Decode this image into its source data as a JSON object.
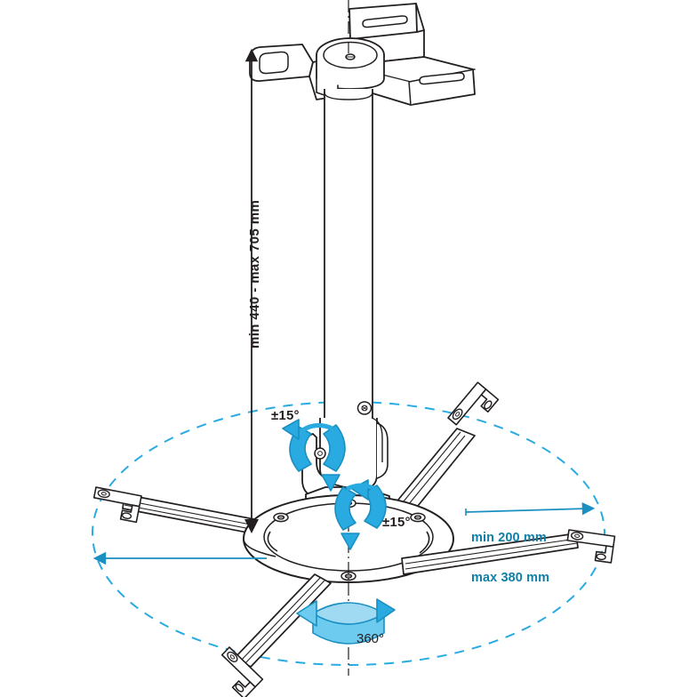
{
  "diagram": {
    "title": "Projector ceiling mount technical drawing",
    "background_color": "#ffffff",
    "line_color": "#231f20",
    "accent_color": "#29abe2",
    "accent_dark_color": "#0f7fa8",
    "accent_light_color": "#9fd9f2"
  },
  "labels": {
    "drop_height": "min 440 - max 705 mm",
    "arm_span": "min 200 mm\nmax 380 mm",
    "arm_span_line1": "min 200 mm",
    "arm_span_line2": "max 380 mm",
    "tilt_upper": "±15°",
    "tilt_lower": "±15°",
    "rotation": "360°"
  },
  "annotations": [
    {
      "name": "drop-height-dimension",
      "text": "min 440 - max 705 mm",
      "orientation": "vertical",
      "color": "#231f20"
    },
    {
      "name": "arm-span-dimension",
      "text": "min 200 mm max 380 mm",
      "orientation": "horizontal",
      "color": "#0f7fa8"
    },
    {
      "name": "upper-tilt-angle",
      "text": "±15°",
      "color": "#231f20"
    },
    {
      "name": "lower-tilt-angle",
      "text": "±15°",
      "color": "#231f20"
    },
    {
      "name": "rotation-angle",
      "text": "360°",
      "color": "#231f20"
    }
  ],
  "components": {
    "ceiling_plate": "ceiling-mounting-plate",
    "extension_tube": "telescoping-extension-tube",
    "tilt_joint_upper": "upper-tilt-joint",
    "tilt_joint_lower": "lower-tilt-joint",
    "rotation_plate": "circular-rotation-plate",
    "arms": [
      "spider-arm-front-left",
      "spider-arm-back-right",
      "spider-arm-front-right",
      "spider-arm-back-left"
    ],
    "range_ellipse": "adjustment-range-ellipse"
  }
}
